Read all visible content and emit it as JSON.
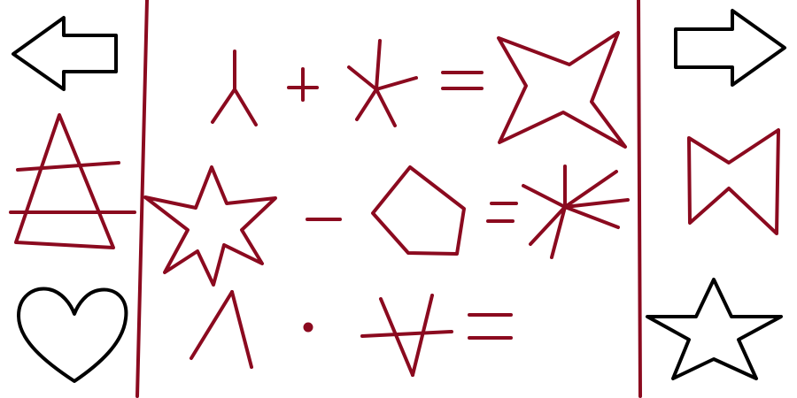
{
  "colors": {
    "ink": "#8b0a1f",
    "outline": "#000000",
    "background": "#ffffff"
  },
  "puzzle": {
    "rows": [
      {
        "left": "y-fork",
        "operator": "plus",
        "right": "asterisk-star",
        "result": "four-point-star"
      },
      {
        "left": "six-point-star",
        "operator": "minus",
        "right": "pentagon",
        "result": "star-burst-lines"
      },
      {
        "left": "inverted-v",
        "operator": "dot",
        "right": "crossed-triangle",
        "result": "unknown"
      }
    ]
  },
  "nav": {
    "prev_icon": "left-arrow-icon",
    "next_icon": "right-arrow-icon"
  },
  "left_options": [
    "triangle-crossed-lines",
    "heart"
  ],
  "right_options": [
    "bowtie",
    "star-outline"
  ]
}
